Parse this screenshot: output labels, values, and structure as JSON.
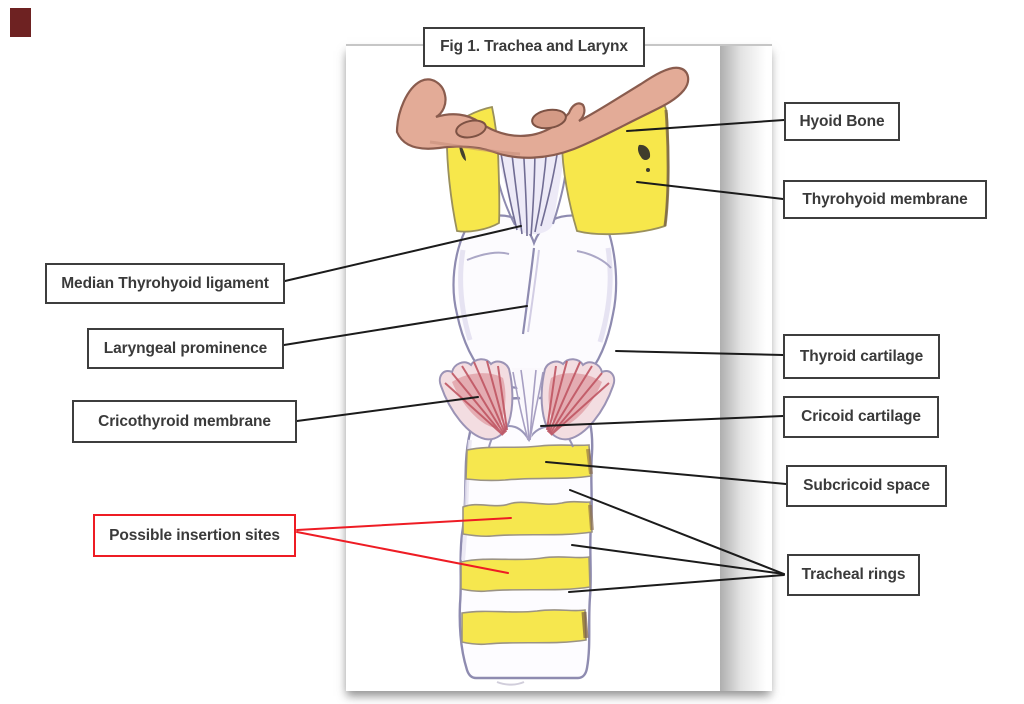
{
  "corner_accent": {
    "color": "#6e2222"
  },
  "figure": {
    "title": "Fig 1. Trachea and Larynx"
  },
  "labels": {
    "hyoid_bone": "Hyoid Bone",
    "thyrohyoid_membrane": "Thyrohyoid membrane",
    "median_thyrohyoid_ligament": "Median Thyrohyoid ligament",
    "laryngeal_prominence": "Laryngeal prominence",
    "thyroid_cartilage": "Thyroid cartilage",
    "cricothyroid_membrane": "Cricothyroid membrane",
    "cricoid_cartilage": "Cricoid cartilage",
    "subcricoid_space": "Subcricoid space",
    "possible_insertion_sites": "Possible insertion sites",
    "tracheal_rings": "Tracheal rings"
  },
  "colors": {
    "leader_line": "#1b1b1b",
    "highlight_red": "#ee1c24",
    "label_border": "#3d3d3d",
    "label_text": "#3a3a3a",
    "membrane_yellow": "#f7e74b",
    "hyoid_pink": "#e3ab97",
    "muscle_red": "#c05663",
    "cartilage_outline": "#8e8bb0"
  }
}
